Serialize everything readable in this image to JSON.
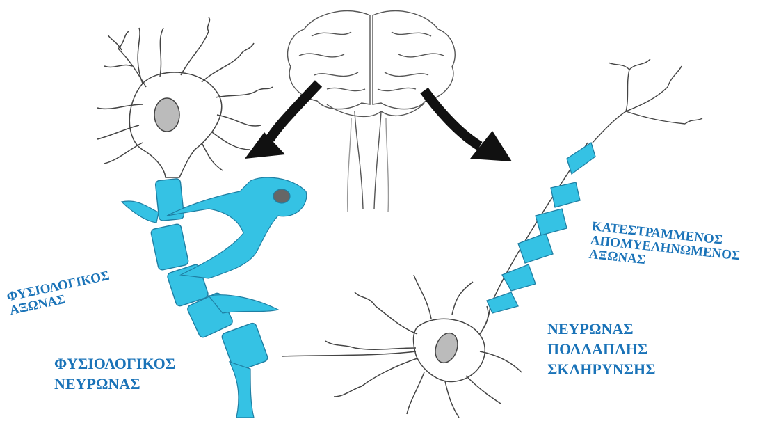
{
  "labels": {
    "normal_axon": [
      "ΦΥΣΙΟΛΟΓΙΚΟΣ",
      "ΑΞΩΝΑΣ"
    ],
    "normal_neuron": [
      "ΦΥΣΙΟΛΟΓΙΚΟΣ",
      "ΝΕΥΡΩΝΑΣ"
    ],
    "damaged_axon": [
      "ΚΑΤΕΣΤΡΑΜΜΕΝΟΣ",
      "ΑΠΟΜΥΕΛΗΝΩΜΕΝΟΣ",
      "ΑΞΩΝΑΣ"
    ],
    "ms_neuron": [
      "ΝΕΥΡΩΝΑΣ",
      "ΠΟΛΛΑΠΛΗΣ",
      "ΣΚΛΗΡΥΝΣΗΣ"
    ]
  },
  "colors": {
    "myelin": "#35c2e4",
    "myelin_dark": "#1ea4c9",
    "line": "#333333",
    "label": "#1a73b8",
    "arrow": "#111111"
  },
  "icons": [
    "brain-illustration",
    "neuron-illustration",
    "oligodendrocyte-illustration",
    "arrow"
  ]
}
